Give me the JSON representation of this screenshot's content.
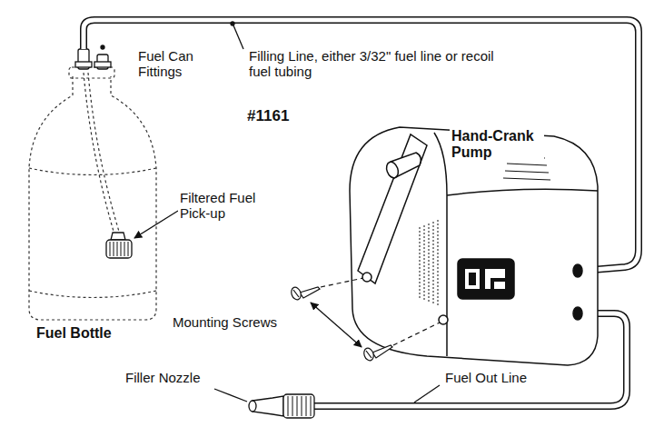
{
  "diagram": {
    "labels": [
      "Fuel Can Fittings",
      "Filling Line, either 3/32\" fuel line or recoil fuel tubing",
      "#1161",
      "Hand-Crank Pump",
      "Filtered Fuel Pick-up",
      "Fuel Bottle",
      "Mounting Screws",
      "Filler Nozzle",
      "Fuel Out Line"
    ]
  }
}
